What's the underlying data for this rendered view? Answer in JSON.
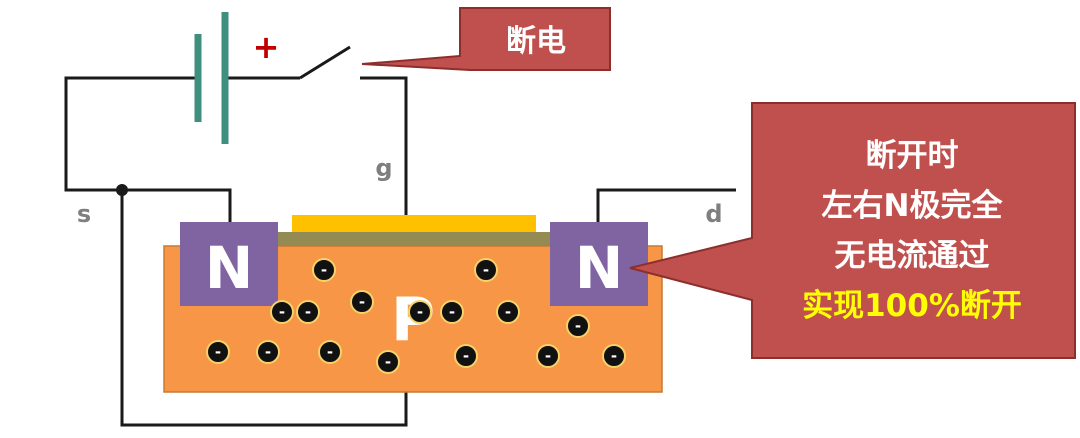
{
  "callouts": {
    "power_off": {
      "text": "断电",
      "fill": "#c0504d"
    },
    "explanation": {
      "lines": [
        "断开时",
        "左右N极完全",
        "无电流通过"
      ],
      "highlight": "实现100%断开",
      "fill": "#c0504d",
      "highlight_color": "#ffff00"
    }
  },
  "battery": {
    "plus_sign": "+",
    "plate_color": "#3f8f7f",
    "plus_color": "#c00000"
  },
  "terminals": {
    "source": "s",
    "gate": "g",
    "drain": "d"
  },
  "device": {
    "substrate_label": "P",
    "source_region": "N",
    "drain_region": "N",
    "substrate_color": "#f79646",
    "n_region_color": "#8064a2",
    "gate_metal_color": "#ffc000",
    "oxide_color": "#948a54",
    "electron_symbol": "-",
    "electron_count": 16
  }
}
